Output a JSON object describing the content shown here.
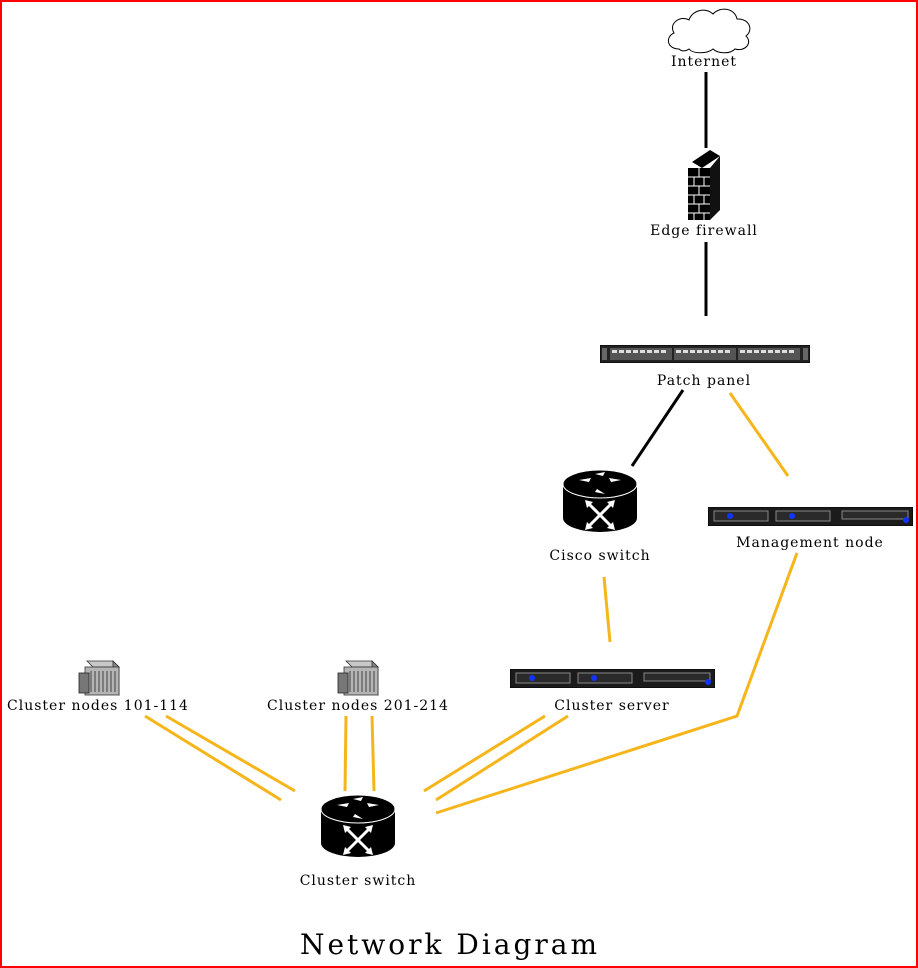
{
  "diagram": {
    "title": "Network Diagram",
    "nodes": {
      "internet": "Internet",
      "edge_firewall": "Edge firewall",
      "patch_panel": "Patch panel",
      "cisco_switch": "Cisco switch",
      "management_node": "Management node",
      "cluster_server": "Cluster server",
      "cluster_nodes_101": "Cluster nodes 101-114",
      "cluster_nodes_201": "Cluster nodes 201-214",
      "cluster_switch": "Cluster switch"
    },
    "colors": {
      "frame": "#ff0000",
      "uplink": "#000000",
      "cluster_link": "#f5b51b"
    }
  }
}
